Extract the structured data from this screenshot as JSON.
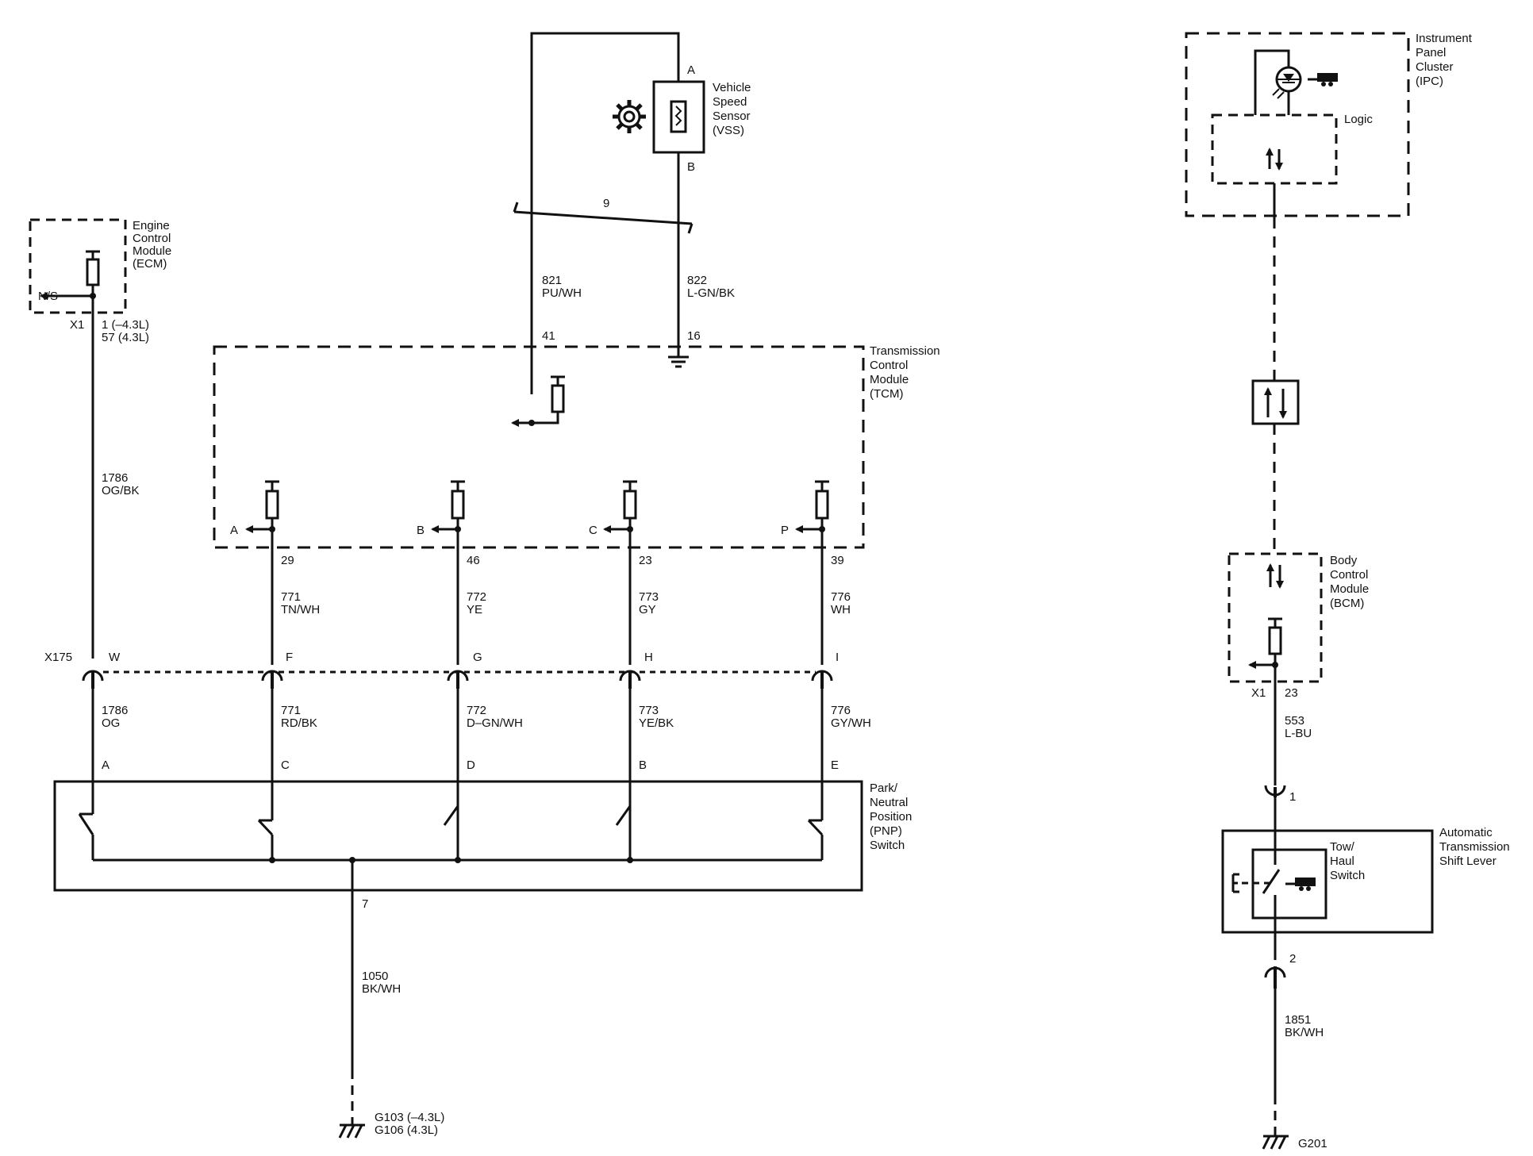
{
  "modules": {
    "ecm": {
      "label": [
        "Engine",
        "Control",
        "Module",
        "(ECM)"
      ],
      "output": "N/S",
      "connector": "X1",
      "pin_lines": [
        "1 (–4.3L)",
        "57 (4.3L)"
      ]
    },
    "tcm": {
      "label": [
        "Transmission",
        "Control",
        "Module",
        "(TCM)"
      ],
      "pin_vss_signal": "41",
      "pin_vss_ground": "16"
    },
    "vss": {
      "label": [
        "Vehicle",
        "Speed",
        "Sensor",
        "(VSS)"
      ],
      "terminal_a": "A",
      "terminal_b": "B"
    },
    "ipc": {
      "label": [
        "Instrument",
        "Panel",
        "Cluster",
        "(IPC)"
      ],
      "logic": "Logic"
    },
    "bcm": {
      "label": [
        "Body",
        "Control",
        "Module",
        "(BCM)"
      ],
      "connector": "X1",
      "pin": "23"
    },
    "pnp": {
      "label": [
        "Park/",
        "Neutral",
        "Position",
        "(PNP)",
        "Switch"
      ],
      "ground_pin": "7"
    },
    "shift_lever": {
      "label": [
        "Automatic",
        "Transmission",
        "Shift Lever"
      ],
      "switch_label": [
        "Tow/",
        "Haul",
        "Switch"
      ],
      "pin_top": "1",
      "pin_bottom": "2"
    }
  },
  "twisted_pair": "9",
  "vss_wires": [
    {
      "circuit": "821",
      "color": "PU/WH"
    },
    {
      "circuit": "822",
      "color": "L-GN/BK"
    }
  ],
  "tcm_outputs": [
    {
      "label": "A",
      "pin": "29",
      "upper_circuit": "771",
      "upper_color": "TN/WH",
      "x175": "F",
      "lower_circuit": "771",
      "lower_color": "RD/BK",
      "pnp": "C"
    },
    {
      "label": "B",
      "pin": "46",
      "upper_circuit": "772",
      "upper_color": "YE",
      "x175": "G",
      "lower_circuit": "772",
      "lower_color": "D–GN/WH",
      "pnp": "D"
    },
    {
      "label": "C",
      "pin": "23",
      "upper_circuit": "773",
      "upper_color": "GY",
      "x175": "H",
      "lower_circuit": "773",
      "lower_color": "YE/BK",
      "pnp": "B"
    },
    {
      "label": "P",
      "pin": "39",
      "upper_circuit": "776",
      "upper_color": "WH",
      "x175": "I",
      "lower_circuit": "776",
      "lower_color": "GY/WH",
      "pnp": "E"
    }
  ],
  "ecm_wire": {
    "upper_circuit": "1786",
    "upper_color": "OG/BK",
    "x175": "W",
    "lower_circuit": "1786",
    "lower_color": "OG",
    "pnp": "A"
  },
  "connector_x175": "X175",
  "pnp_ground_wire": {
    "circuit": "1050",
    "color": "BK/WH"
  },
  "ground_left": [
    "G103 (–4.3L)",
    "G106 (4.3L)"
  ],
  "bcm_wire": {
    "circuit": "553",
    "color": "L-BU"
  },
  "tow_ground_wire": {
    "circuit": "1851",
    "color": "BK/WH"
  },
  "ground_right": "G201"
}
